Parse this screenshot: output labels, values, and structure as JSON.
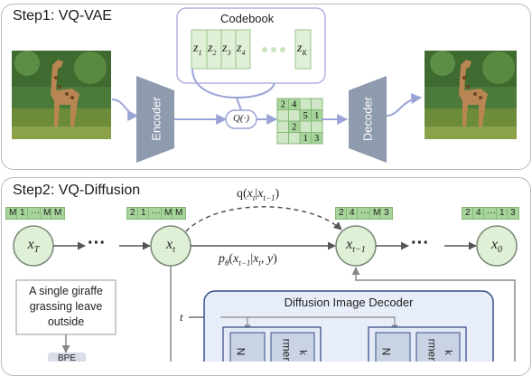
{
  "step1": {
    "title": "Step1: VQ-VAE",
    "codebook_title": "Codebook",
    "codebook_entries": [
      "z",
      "z",
      "z",
      "z",
      "z"
    ],
    "codebook_subs": [
      "1",
      "2",
      "3",
      "4",
      "K"
    ],
    "encoder_label": "Encoder",
    "decoder_label": "Decoder",
    "quantizer_label": "Q(·)",
    "grid_values": [
      "2",
      "4",
      "",
      "",
      "",
      "",
      "5",
      "1",
      "",
      "2",
      "",
      "",
      "",
      "",
      "1",
      "3"
    ]
  },
  "step2": {
    "title": "Step2: VQ-Diffusion",
    "nodes": [
      {
        "base": "x",
        "sub": "T"
      },
      {
        "base": "x",
        "sub": "t"
      },
      {
        "base": "x",
        "sub": "t−1"
      },
      {
        "base": "x",
        "sub": "0"
      }
    ],
    "dots": "···",
    "token_rows": [
      [
        "M",
        "1",
        "···",
        "M",
        "M"
      ],
      [
        "2",
        "1",
        "···",
        "M",
        "M"
      ],
      [
        "2",
        "4",
        "···",
        "M",
        "3"
      ],
      [
        "2",
        "4",
        "···",
        "1",
        "3"
      ]
    ],
    "forward_label": "q(x_t | x_{t−1})",
    "reverse_label": "p_θ(x_{t−1} | x_t, y)",
    "text_prompt": "A single giraffe grassing leave outside",
    "bpe_label": "BPE",
    "t_label": "t",
    "decoder_box_title": "Diffusion Image Decoder",
    "block_labels": [
      "N",
      "rmer",
      "N",
      "rmer"
    ],
    "block_sub": [
      "k",
      "k"
    ]
  },
  "colors": {
    "node_fill": "#dff0d6",
    "node_stroke": "#7a8a78",
    "token_fill": "#a7d49b",
    "encoder_fill": "#8e9aae",
    "panel_stroke": "#b9b9b9",
    "codebook_stroke": "#b4b0e0",
    "decoder_box_fill": "#e7eef9",
    "decoder_box_stroke": "#3a4f8a",
    "arrow_blue": "#9aa4d6"
  }
}
